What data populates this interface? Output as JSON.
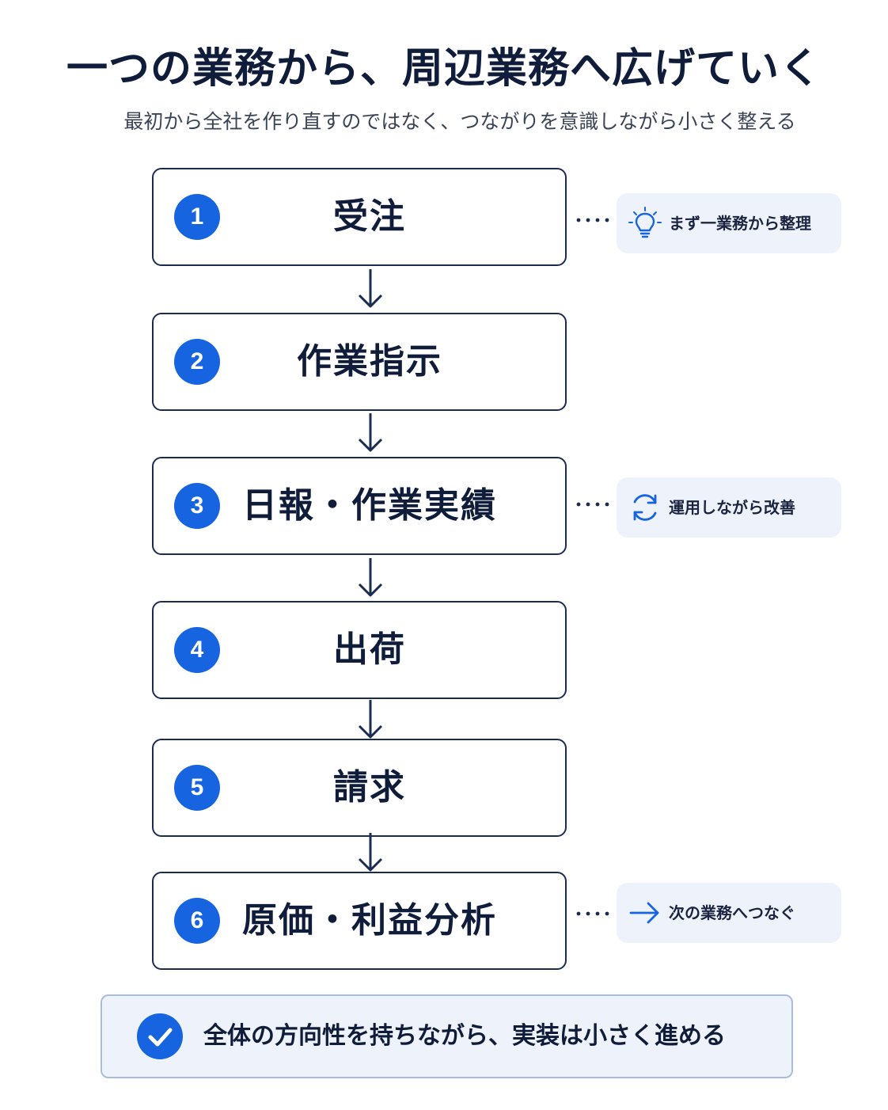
{
  "header": {
    "title": "一つの業務から、周辺業務へ広げていく",
    "subtitle": "最初から全社を作り直すのではなく、つながりを意識しながら小さく整える"
  },
  "steps": [
    {
      "number": "1",
      "label": "受注"
    },
    {
      "number": "2",
      "label": "作業指示"
    },
    {
      "number": "3",
      "label": "日報・作業実績"
    },
    {
      "number": "4",
      "label": "出荷"
    },
    {
      "number": "5",
      "label": "請求"
    },
    {
      "number": "6",
      "label": "原価・利益分析"
    }
  ],
  "notes": [
    {
      "icon": "lightbulb-icon",
      "text": "まず一業務から整理",
      "step": "1"
    },
    {
      "icon": "refresh-icon",
      "text": "運用しながら改善",
      "step": "3"
    },
    {
      "icon": "arrow-right-icon",
      "text": "次の業務へつなぐ",
      "step": "6"
    }
  ],
  "footer": {
    "icon": "check-icon",
    "text": "全体の方向性を持ちながら、実装は小さく進める"
  },
  "colors": {
    "accent": "#1764e0",
    "navy": "#1b2c52",
    "note_bg": "#eef3fb"
  }
}
